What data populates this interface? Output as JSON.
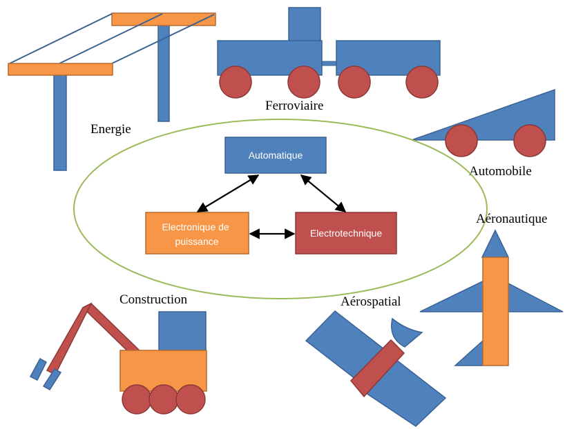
{
  "colors": {
    "blue": "#4F81BD",
    "blue_stroke": "#3A6294",
    "orange": "#F79646",
    "orange_stroke": "#B66C2F",
    "red": "#C0504D",
    "red_stroke": "#8C3836",
    "green": "#9BBB59",
    "arrow": "#000000",
    "text_on_box": "#FFFFFF"
  },
  "center": {
    "boxes": {
      "automatique": "Automatique",
      "electronique_line1": "Electronique de",
      "electronique_line2": "puissance",
      "electrotechnique": "Electrotechnique"
    }
  },
  "domains": {
    "energie": "Energie",
    "ferroviaire": "Ferroviaire",
    "automobile": "Automobile",
    "aeronautique": "Aéronautique",
    "aerospatial": "Aérospatial",
    "construction": "Construction"
  }
}
